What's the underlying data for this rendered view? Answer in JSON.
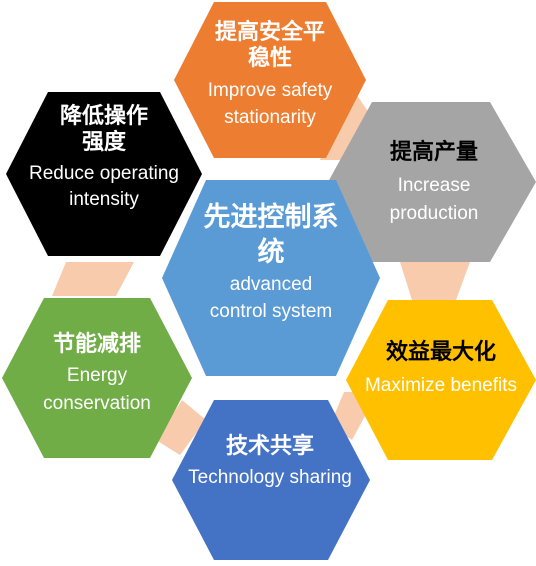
{
  "colors": {
    "safety": "#ED7D31",
    "output": "#A5A5A5",
    "benefits": "#FFC000",
    "technology": "#4472C4",
    "energy": "#70AD47",
    "intensity": "#000000",
    "center": "#5B9BD5",
    "connector": "#F8CBAD"
  },
  "center": {
    "title_zh": "先进控制系统",
    "title_en": "advanced control system"
  },
  "hexes": {
    "safety": {
      "title_zh": "提高安全平稳性",
      "title_en": "Improve safety stationarity"
    },
    "output": {
      "title_zh": "提高产量",
      "title_en": "Increase production"
    },
    "benefits": {
      "title_zh": "效益最大化",
      "title_en": "Maximize benefits"
    },
    "technology": {
      "title_zh": "技术共享",
      "title_en": "Technology sharing"
    },
    "energy": {
      "title_zh": "节能减排",
      "title_en": "Energy conservation"
    },
    "intensity": {
      "title_zh": "降低操作强度",
      "title_en": "Reduce operating intensity"
    }
  }
}
